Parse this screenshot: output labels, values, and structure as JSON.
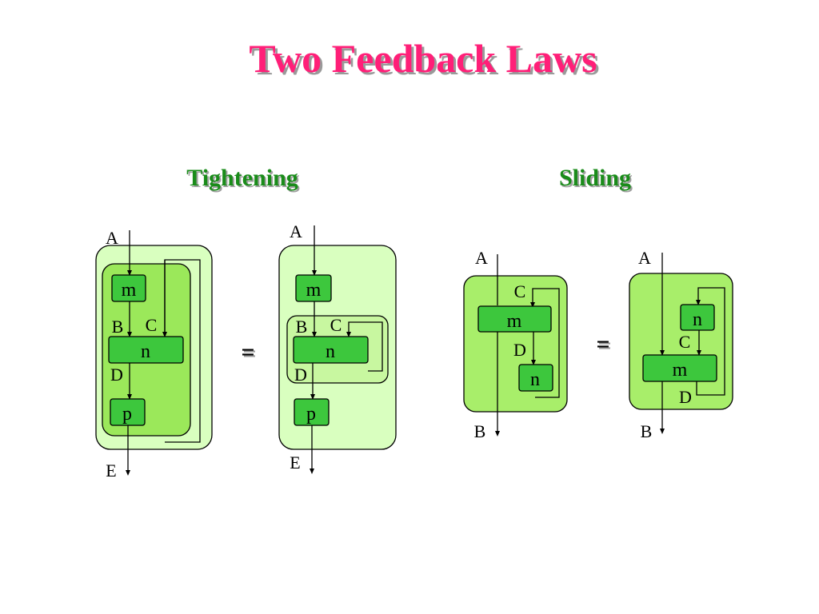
{
  "title": "Two Feedback Laws",
  "sections": {
    "tightening": "Tightening",
    "sliding": "Sliding"
  },
  "equals": "=",
  "tightening_left": {
    "blocks": [
      "m",
      "n",
      "p"
    ],
    "wires": [
      "A",
      "B",
      "C",
      "D",
      "E"
    ]
  },
  "tightening_right": {
    "blocks": [
      "m",
      "n",
      "p"
    ],
    "wires": [
      "A",
      "B",
      "C",
      "D",
      "E"
    ]
  },
  "sliding_left": {
    "blocks": [
      "m",
      "n"
    ],
    "wires": [
      "A",
      "C",
      "D",
      "B"
    ]
  },
  "sliding_right": {
    "blocks": [
      "n",
      "m"
    ],
    "wires": [
      "A",
      "C",
      "D",
      "B"
    ]
  },
  "colors": {
    "title": "#ff1f78",
    "section": "#1a8c1a",
    "block": "#3dc73d",
    "outer_light": "#d9ffbf",
    "outer_mid": "#a8ee6a"
  }
}
